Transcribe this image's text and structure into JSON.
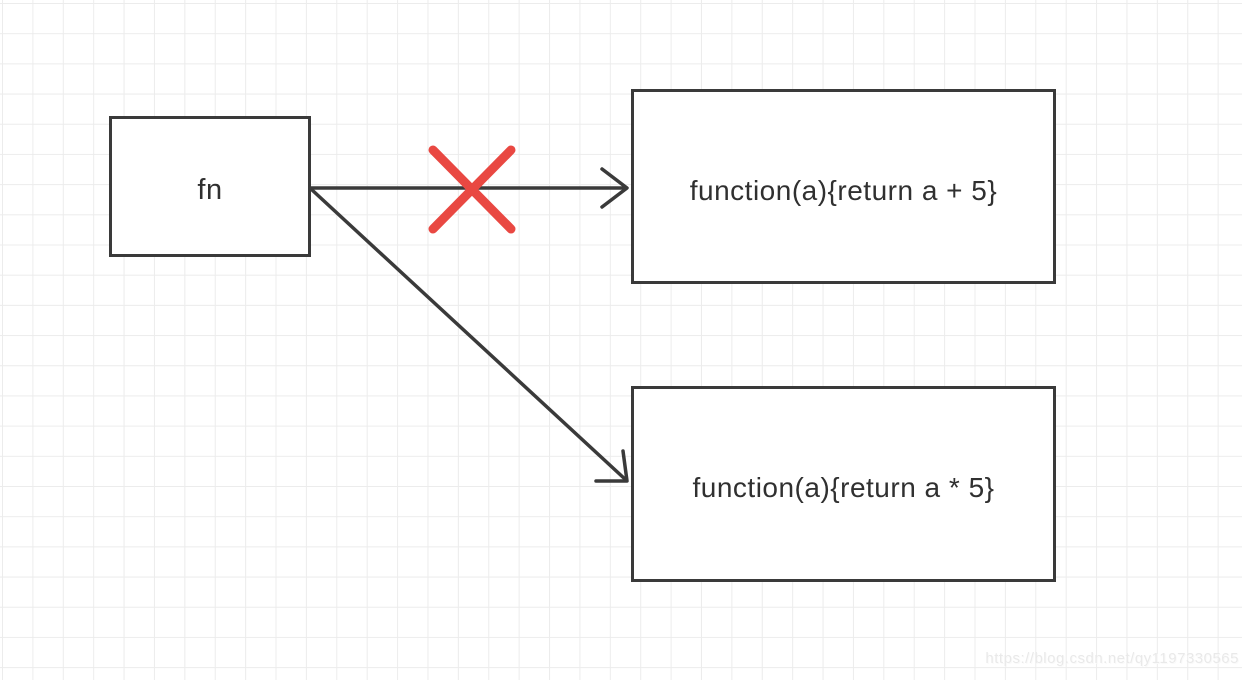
{
  "diagram": {
    "nodes": [
      {
        "id": "fn",
        "label": "fn"
      },
      {
        "id": "add",
        "label": "function(a){return a + 5}"
      },
      {
        "id": "mul",
        "label": "function(a){return a * 5}"
      }
    ],
    "edges": [
      {
        "from": "fn",
        "to": "add",
        "status": "crossed-out"
      },
      {
        "from": "fn",
        "to": "mul",
        "status": "active"
      }
    ]
  },
  "colors": {
    "background": "#ffffff",
    "grid": "#ececec",
    "stroke": "#3a3a3a",
    "cross": "#e94842",
    "text": "#303030",
    "watermark": "#e9e9e9"
  },
  "watermark": {
    "text": "https://blog.csdn.net/qy1197330565"
  }
}
